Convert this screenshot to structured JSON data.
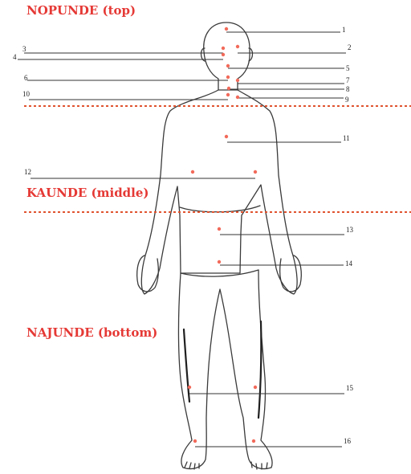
{
  "colors": {
    "zone_text": "#e53935",
    "zone_line": "#e0532f",
    "marker": "#f26a5a",
    "leader": "#333333",
    "figure_outline": "#3a3a3a"
  },
  "zones": [
    {
      "id": "top",
      "label": "NOPUNDE (top)"
    },
    {
      "id": "middle",
      "label": "KAUNDE (middle)"
    },
    {
      "id": "bottom",
      "label": "NAJUNDE (bottom)"
    }
  ],
  "callouts": [
    {
      "number": "1"
    },
    {
      "number": "2"
    },
    {
      "number": "3"
    },
    {
      "number": "4"
    },
    {
      "number": "5"
    },
    {
      "number": "6"
    },
    {
      "number": "7"
    },
    {
      "number": "8"
    },
    {
      "number": "9"
    },
    {
      "number": "10"
    },
    {
      "number": "11"
    },
    {
      "number": "12"
    },
    {
      "number": "13"
    },
    {
      "number": "14"
    },
    {
      "number": "15"
    },
    {
      "number": "16"
    }
  ]
}
